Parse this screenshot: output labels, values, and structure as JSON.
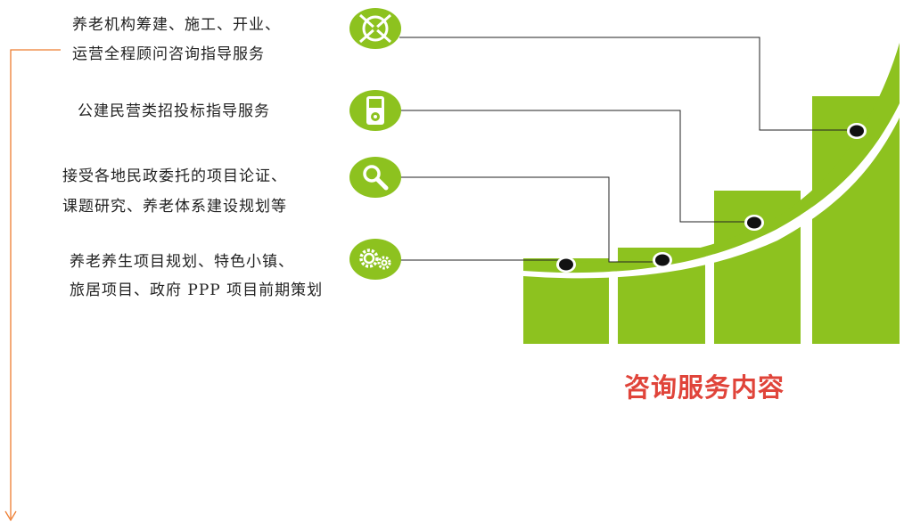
{
  "colors": {
    "accent_green": "#8DC21F",
    "title_red": "#E0443A",
    "arrow_orange": "#ED7D31",
    "line_dark": "#222222",
    "text": "#222222"
  },
  "items": [
    {
      "icon": "compass-icon",
      "lines": [
        "养老机构筹建、施工、开业、",
        "运营全程顾问咨询指导服务"
      ]
    },
    {
      "icon": "ipod-icon",
      "lines": [
        "公建民营类招投标指导服务"
      ]
    },
    {
      "icon": "search-icon",
      "lines": [
        "接受各地民政委托的项目论证、",
        "课题研究、养老体系建设规划等"
      ]
    },
    {
      "icon": "gears-icon",
      "lines": [
        "养老养生项目规划、特色小镇、",
        "旅居项目、政府 PPP 项目前期策划"
      ]
    }
  ],
  "title": "咨询服务内容"
}
